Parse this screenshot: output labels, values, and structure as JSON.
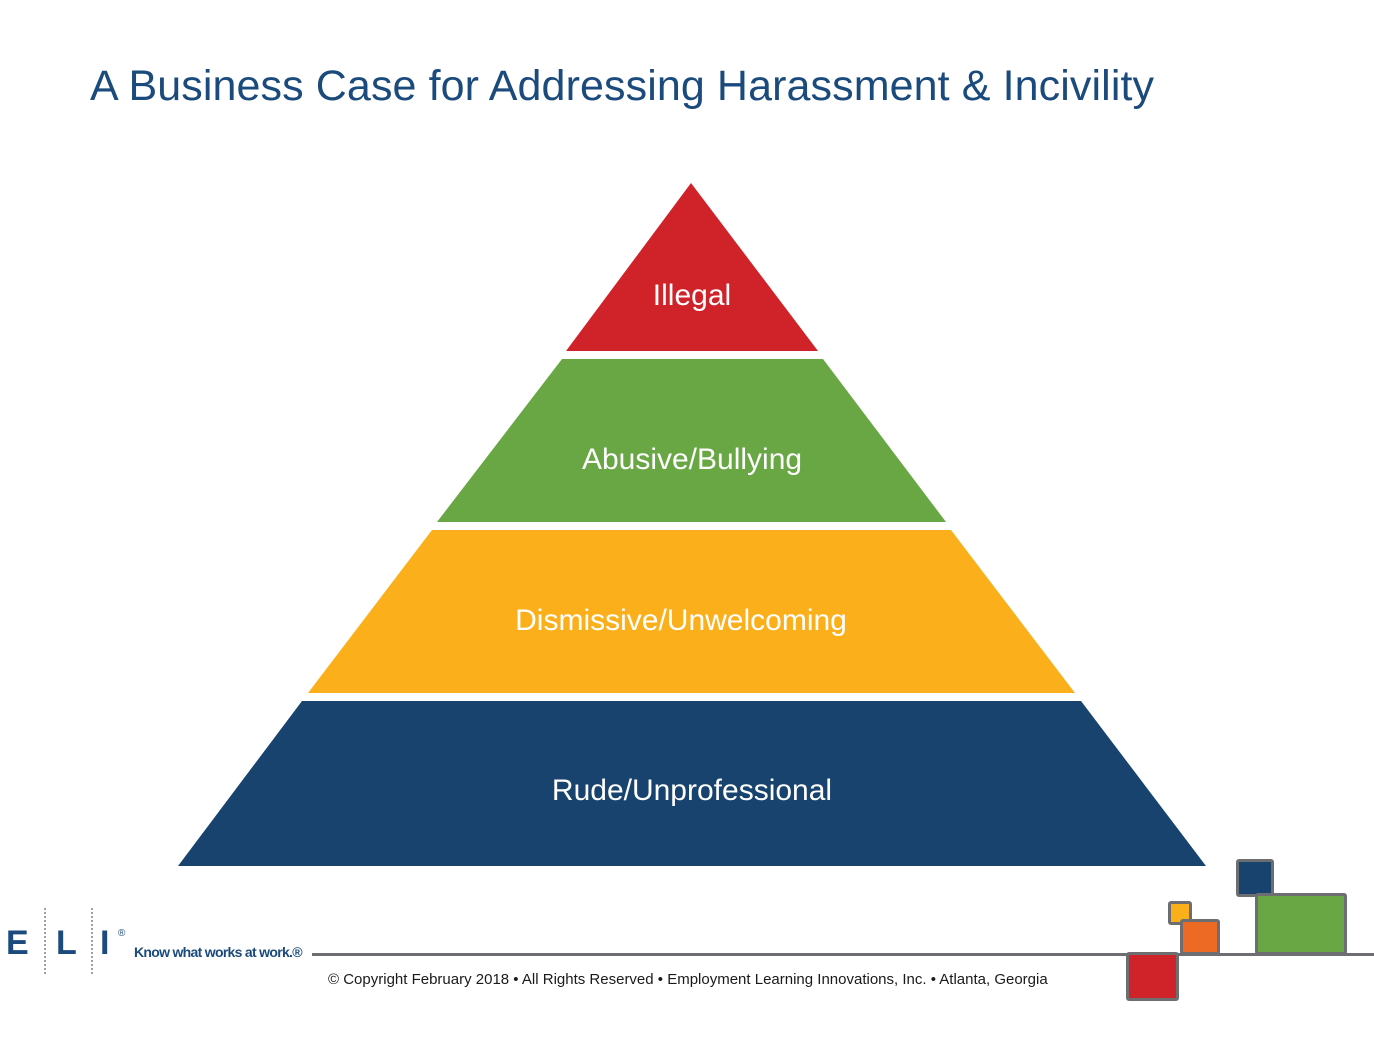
{
  "title": "A Business Case for Addressing Harassment & Incivility",
  "pyramid": {
    "tiers": [
      {
        "label": "Illegal",
        "color": "#cf2229"
      },
      {
        "label": "Abusive/Bullying",
        "color": "#68a744"
      },
      {
        "label": "Dismissive/Unwelcoming",
        "color": "#fbaf1b"
      },
      {
        "label": "Rude/Unprofessional",
        "color": "#17436e"
      }
    ]
  },
  "logo": {
    "letters": [
      "E",
      "L",
      "I"
    ],
    "registered": "®",
    "tagline": "Know what works at work.®"
  },
  "footer": {
    "copyright": "© Copyright February 2018 • All Rights Reserved • Employment Learning Innovations, Inc. • Atlanta, Georgia"
  },
  "decoration_colors": {
    "red": "#cf2229",
    "orange": "#ec6a24",
    "yellow": "#fbaf1b",
    "green": "#68a744",
    "navy": "#17436e",
    "gray": "#6d6e71"
  }
}
